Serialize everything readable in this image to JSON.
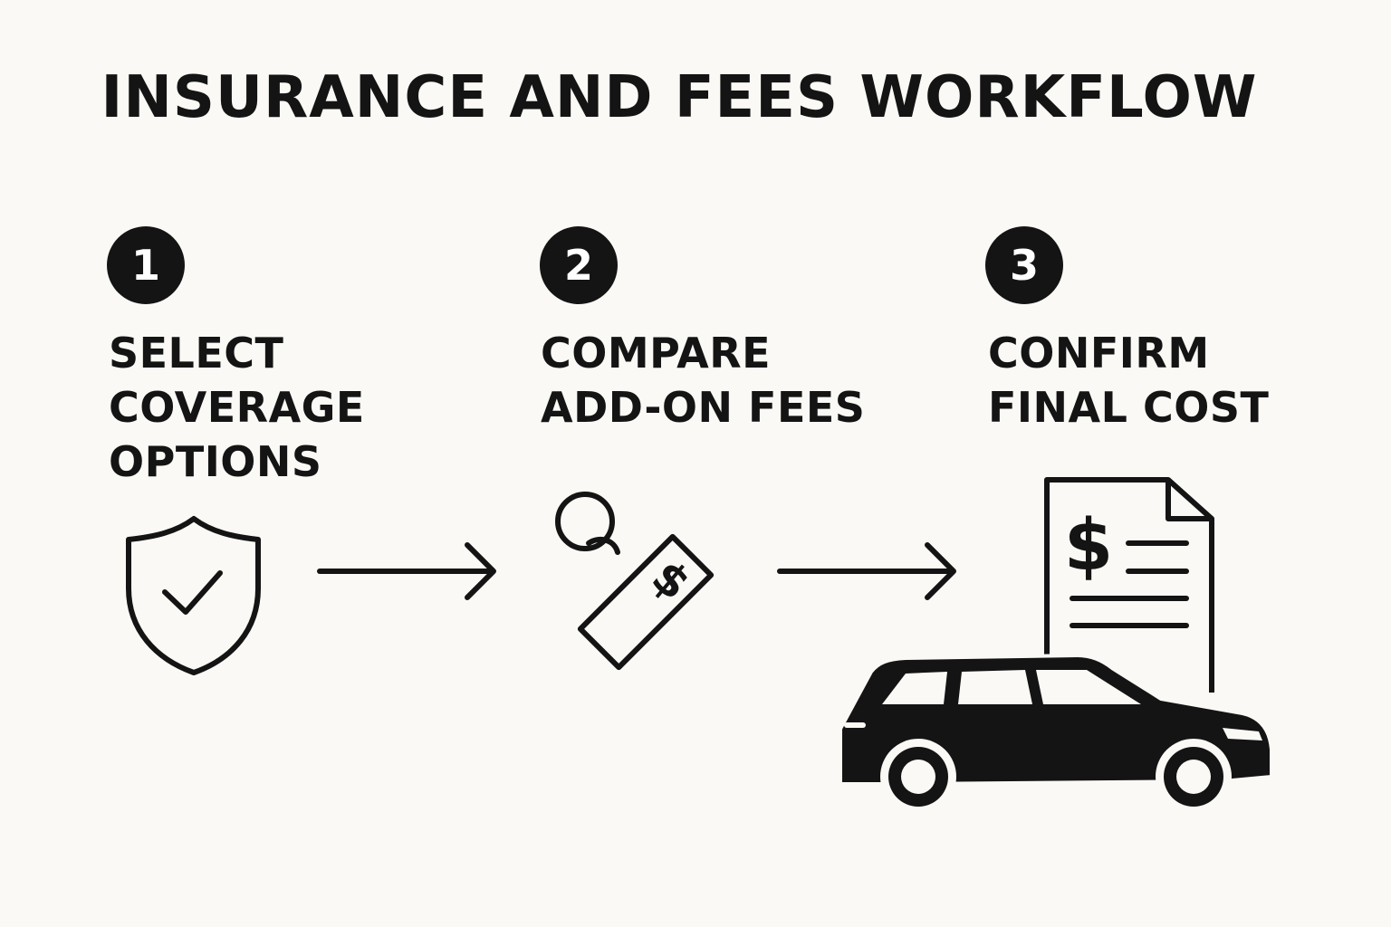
{
  "title": "INSURANCE AND FEES WORKFLOW",
  "steps": [
    {
      "number": "1",
      "label_lines": [
        "SELECT",
        "COVERAGE",
        "OPTIONS"
      ],
      "icon": "shield-check-icon"
    },
    {
      "number": "2",
      "label_lines": [
        "COMPARE",
        "ADD-ON FEES"
      ],
      "icon": "price-tag-icon"
    },
    {
      "number": "3",
      "label_lines": [
        "CONFIRM",
        "FINAL COST"
      ],
      "icon": "invoice-document-icon"
    }
  ],
  "extra_icons": [
    "car-icon"
  ],
  "colors": {
    "background": "#faf9f5",
    "ink": "#141414"
  }
}
